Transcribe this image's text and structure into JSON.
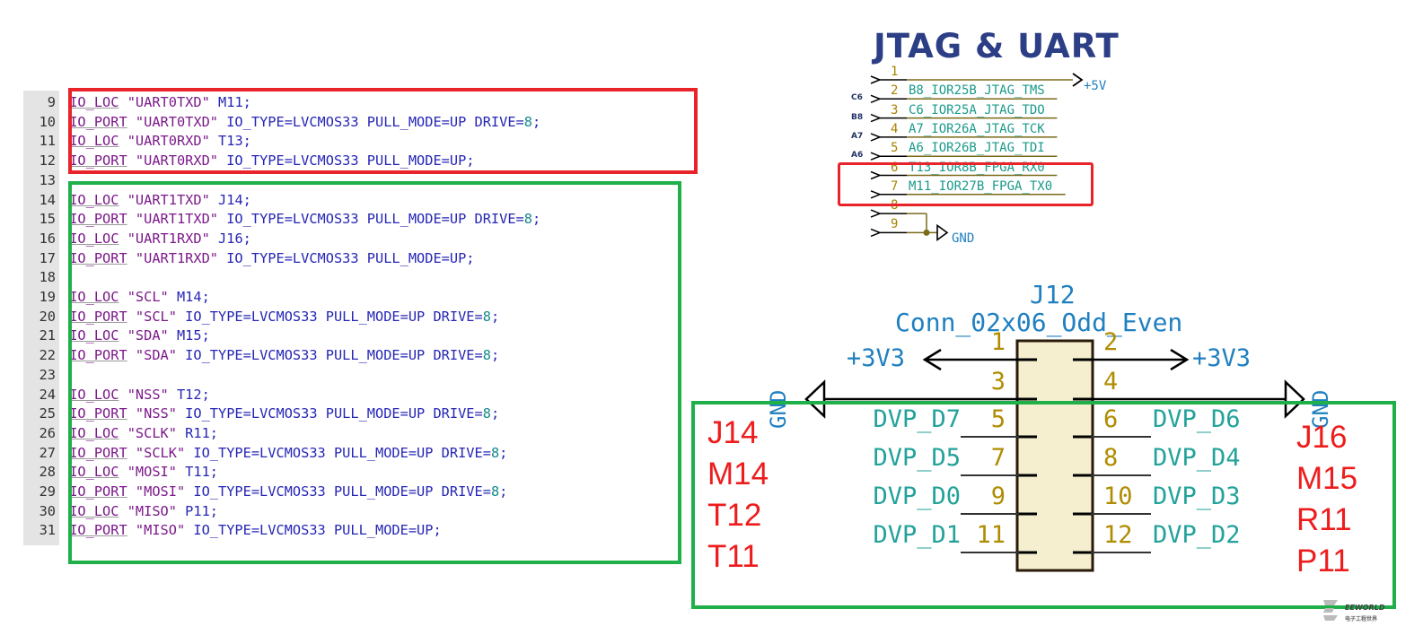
{
  "code": {
    "lines": [
      {
        "n": "9",
        "parts": [
          [
            "kw",
            "IO_LOC"
          ],
          [
            "pln",
            " "
          ],
          [
            "str",
            "\"UART0TXD\""
          ],
          [
            "pln",
            " M11;"
          ]
        ]
      },
      {
        "n": "10",
        "parts": [
          [
            "kw",
            "IO_PORT"
          ],
          [
            "pln",
            " "
          ],
          [
            "str",
            "\"UART0TXD\""
          ],
          [
            "pln",
            " IO_TYPE=LVCMOS33 PULL_MODE=UP DRIVE="
          ],
          [
            "num",
            "8"
          ],
          [
            "pln",
            ";"
          ]
        ]
      },
      {
        "n": "11",
        "parts": [
          [
            "kw",
            "IO_LOC"
          ],
          [
            "pln",
            " "
          ],
          [
            "str",
            "\"UART0RXD\""
          ],
          [
            "pln",
            " T13;"
          ]
        ]
      },
      {
        "n": "12",
        "parts": [
          [
            "kw",
            "IO_PORT"
          ],
          [
            "pln",
            " "
          ],
          [
            "str",
            "\"UART0RXD\""
          ],
          [
            "pln",
            " IO_TYPE=LVCMOS33 PULL_MODE=UP;"
          ]
        ]
      },
      {
        "n": "13",
        "parts": []
      },
      {
        "n": "14",
        "parts": [
          [
            "kw",
            "IO_LOC"
          ],
          [
            "pln",
            " "
          ],
          [
            "str",
            "\"UART1TXD\""
          ],
          [
            "pln",
            " J14;"
          ]
        ]
      },
      {
        "n": "15",
        "parts": [
          [
            "kw",
            "IO_PORT"
          ],
          [
            "pln",
            " "
          ],
          [
            "str",
            "\"UART1TXD\""
          ],
          [
            "pln",
            " IO_TYPE=LVCMOS33 PULL_MODE=UP DRIVE="
          ],
          [
            "num",
            "8"
          ],
          [
            "pln",
            ";"
          ]
        ]
      },
      {
        "n": "16",
        "parts": [
          [
            "kw",
            "IO_LOC"
          ],
          [
            "pln",
            " "
          ],
          [
            "str",
            "\"UART1RXD\""
          ],
          [
            "pln",
            " J16;"
          ]
        ]
      },
      {
        "n": "17",
        "parts": [
          [
            "kw",
            "IO_PORT"
          ],
          [
            "pln",
            " "
          ],
          [
            "str",
            "\"UART1RXD\""
          ],
          [
            "pln",
            " IO_TYPE=LVCMOS33 PULL_MODE=UP;"
          ]
        ]
      },
      {
        "n": "18",
        "parts": []
      },
      {
        "n": "19",
        "parts": [
          [
            "kw",
            "IO_LOC"
          ],
          [
            "pln",
            " "
          ],
          [
            "str",
            "\"SCL\""
          ],
          [
            "pln",
            " M14;"
          ]
        ]
      },
      {
        "n": "20",
        "parts": [
          [
            "kw",
            "IO_PORT"
          ],
          [
            "pln",
            " "
          ],
          [
            "str",
            "\"SCL\""
          ],
          [
            "pln",
            " IO_TYPE=LVCMOS33 PULL_MODE=UP DRIVE="
          ],
          [
            "num",
            "8"
          ],
          [
            "pln",
            ";"
          ]
        ]
      },
      {
        "n": "21",
        "parts": [
          [
            "kw",
            "IO_LOC"
          ],
          [
            "pln",
            " "
          ],
          [
            "str",
            "\"SDA\""
          ],
          [
            "pln",
            " M15;"
          ]
        ]
      },
      {
        "n": "22",
        "parts": [
          [
            "kw",
            "IO_PORT"
          ],
          [
            "pln",
            " "
          ],
          [
            "str",
            "\"SDA\""
          ],
          [
            "pln",
            " IO_TYPE=LVCMOS33 PULL_MODE=UP DRIVE="
          ],
          [
            "num",
            "8"
          ],
          [
            "pln",
            ";"
          ]
        ]
      },
      {
        "n": "23",
        "parts": []
      },
      {
        "n": "24",
        "parts": [
          [
            "kw",
            "IO_LOC"
          ],
          [
            "pln",
            " "
          ],
          [
            "str",
            "\"NSS\""
          ],
          [
            "pln",
            " T12;"
          ]
        ]
      },
      {
        "n": "25",
        "parts": [
          [
            "kw",
            "IO_PORT"
          ],
          [
            "pln",
            " "
          ],
          [
            "str",
            "\"NSS\""
          ],
          [
            "pln",
            " IO_TYPE=LVCMOS33 PULL_MODE=UP DRIVE="
          ],
          [
            "num",
            "8"
          ],
          [
            "pln",
            ";"
          ]
        ]
      },
      {
        "n": "26",
        "parts": [
          [
            "kw",
            "IO_LOC"
          ],
          [
            "pln",
            " "
          ],
          [
            "str",
            "\"SCLK\""
          ],
          [
            "pln",
            " R11;"
          ]
        ]
      },
      {
        "n": "27",
        "parts": [
          [
            "kw",
            "IO_PORT"
          ],
          [
            "pln",
            " "
          ],
          [
            "str",
            "\"SCLK\""
          ],
          [
            "pln",
            " IO_TYPE=LVCMOS33 PULL_MODE=UP DRIVE="
          ],
          [
            "num",
            "8"
          ],
          [
            "pln",
            ";"
          ]
        ]
      },
      {
        "n": "28",
        "parts": [
          [
            "kw",
            "IO_LOC"
          ],
          [
            "pln",
            " "
          ],
          [
            "str",
            "\"MOSI\""
          ],
          [
            "pln",
            " T11;"
          ]
        ]
      },
      {
        "n": "29",
        "parts": [
          [
            "kw",
            "IO_PORT"
          ],
          [
            "pln",
            " "
          ],
          [
            "str",
            "\"MOSI\""
          ],
          [
            "pln",
            " IO_TYPE=LVCMOS33 PULL_MODE=UP DRIVE="
          ],
          [
            "num",
            "8"
          ],
          [
            "pln",
            ";"
          ]
        ]
      },
      {
        "n": "30",
        "parts": [
          [
            "kw",
            "IO_LOC"
          ],
          [
            "pln",
            " "
          ],
          [
            "str",
            "\"MISO\""
          ],
          [
            "pln",
            " P11;"
          ]
        ]
      },
      {
        "n": "31",
        "parts": [
          [
            "kw",
            "IO_PORT"
          ],
          [
            "pln",
            " "
          ],
          [
            "str",
            "\"MISO\""
          ],
          [
            "pln",
            " IO_TYPE=LVCMOS33 PULL_MODE=UP;"
          ]
        ]
      }
    ]
  },
  "colors": {
    "red_box": "#e8232a",
    "green_box": "#1fb04a",
    "wire": "#7a6a1a",
    "net_label": "#1a9a8a",
    "pin_number": "#a88400",
    "power": "#2080c0",
    "red_pin": "#ee1c1c"
  },
  "jtag": {
    "title": "JTAG & UART",
    "plus5v": "+5V",
    "gnd": "GND",
    "pins": [
      {
        "num": "1",
        "label": "",
        "tag": ""
      },
      {
        "num": "2",
        "label": "B8_IOR25B_JTAG_TMS",
        "tag": "C6"
      },
      {
        "num": "3",
        "label": "C6_IOR25A_JTAG_TDO",
        "tag": "B8"
      },
      {
        "num": "4",
        "label": "A7_IOR26A_JTAG_TCK",
        "tag": "A7"
      },
      {
        "num": "5",
        "label": "A6_IOR26B_JTAG_TDI",
        "tag": "A6"
      },
      {
        "num": "6",
        "label": "T13_IOR8B_FPGA_RX0",
        "tag": ""
      },
      {
        "num": "7",
        "label": "M11_IOR27B_FPGA_TX0",
        "tag": ""
      },
      {
        "num": "8",
        "label": "",
        "tag": ""
      },
      {
        "num": "9",
        "label": "",
        "tag": ""
      }
    ]
  },
  "j12": {
    "ref": "J12",
    "value": "Conn_02x06_Odd_Even",
    "pwr_left": "+3V3",
    "pwr_right": "+3V3",
    "gnd_left": "GND",
    "gnd_right": "GND",
    "left_pins": [
      {
        "num": "1",
        "net": ""
      },
      {
        "num": "3",
        "net": ""
      },
      {
        "num": "5",
        "net": "DVP_D7"
      },
      {
        "num": "7",
        "net": "DVP_D5"
      },
      {
        "num": "9",
        "net": "DVP_D0"
      },
      {
        "num": "11",
        "net": "DVP_D1"
      }
    ],
    "right_pins": [
      {
        "num": "2",
        "net": ""
      },
      {
        "num": "4",
        "net": ""
      },
      {
        "num": "6",
        "net": "DVP_D6"
      },
      {
        "num": "8",
        "net": "DVP_D4"
      },
      {
        "num": "10",
        "net": "DVP_D3"
      },
      {
        "num": "12",
        "net": "DVP_D2"
      }
    ],
    "fpga_left": [
      "J14",
      "M14",
      "T12",
      "T11"
    ],
    "fpga_right": [
      "J16",
      "M15",
      "R11",
      "P11"
    ]
  },
  "watermark": {
    "name": "EEWORLD",
    "sub": "电子工程世界"
  }
}
